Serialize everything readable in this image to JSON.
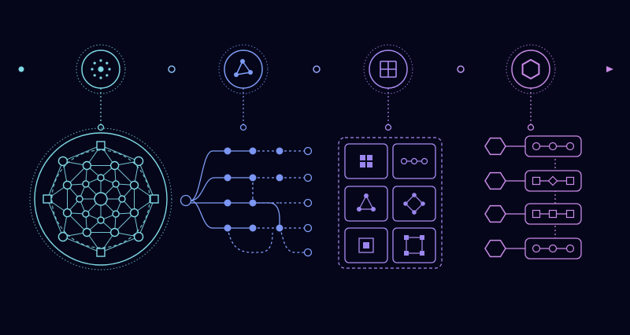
{
  "diagram": {
    "colors": {
      "background": "#05061a",
      "cyan": "#7fd8e4",
      "blue": "#7f9cf5",
      "violet": "#a98bf0",
      "purple": "#c98ae6",
      "node_fill_blue": "#7b95f2",
      "node_fill_violet": "#9a86ee"
    },
    "stages": [
      {
        "name": "stage-1",
        "icon": "circle-of-dots-icon",
        "detail": "mesh-network"
      },
      {
        "name": "stage-2",
        "icon": "triangle-graph-icon",
        "detail": "branching-tree"
      },
      {
        "name": "stage-3",
        "icon": "grid-2x2-icon",
        "detail": "module-grid"
      },
      {
        "name": "stage-4",
        "icon": "hexagon-icon",
        "detail": "hexagon-pipelines"
      }
    ],
    "tree": {
      "rows": 4
    },
    "module_grid": {
      "cells": [
        "four-squares-icon",
        "dot-chain-icon",
        "triangle-graph-icon",
        "diamond-graph-icon",
        "nested-square-icon",
        "square-graph-icon"
      ]
    },
    "pipelines": [
      {
        "hex": "hexagon-icon",
        "chain": "circle-chain-icon",
        "shapes": [
          "circle",
          "circle",
          "circle"
        ]
      },
      {
        "hex": "hexagon-icon",
        "chain": "square-diamond-chain-icon",
        "shapes": [
          "square",
          "diamond",
          "square"
        ]
      },
      {
        "hex": "hexagon-icon",
        "chain": "square-chain-icon",
        "shapes": [
          "square",
          "square",
          "square"
        ]
      },
      {
        "hex": "hexagon-icon",
        "chain": "circle-chain-icon",
        "shapes": [
          "circle",
          "circle",
          "circle"
        ]
      }
    ]
  }
}
